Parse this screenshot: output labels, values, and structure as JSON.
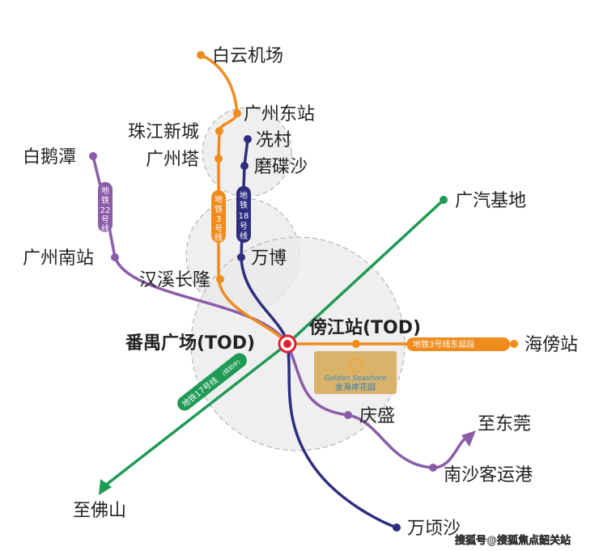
{
  "colors": {
    "line3": "#f08c1e",
    "line18": "#2e2e80",
    "line22": "#8b5ca8",
    "line17": "#1f9a55",
    "hub": "#e02030",
    "logo_bg": "#d9b36a"
  },
  "stations": {
    "baiyun": "白云机场",
    "guangzhou_east": "广州东站",
    "zhujiang": "珠江新城",
    "canton_tower": "广州塔",
    "xiancun": "冼村",
    "modiesha": "磨碟沙",
    "baipengtan": "白鹅潭",
    "guangzhou_south": "广州南站",
    "hanxi": "汉溪长隆",
    "wanbo": "万博",
    "guangqi": "广汽基地",
    "panyu": "番禺广场(TOD)",
    "bangjiang": "傍江站(TOD)",
    "haibang": "海傍站",
    "qingsheng": "庆盛",
    "dongguan": "至东莞",
    "nansha_port": "南沙客运港",
    "foshan": "至佛山",
    "wanqingsha": "万顷沙"
  },
  "lines": {
    "line22": [
      "地",
      "铁",
      "22",
      "号",
      "线"
    ],
    "line3": [
      "地",
      "铁",
      "3",
      "号",
      "线"
    ],
    "line18": [
      "地",
      "铁",
      "18",
      "号",
      "线"
    ],
    "line17": "地铁17号线",
    "line17_note": "(规划中)",
    "line3_east": "地铁3号线东延段"
  },
  "logo": {
    "en": "Golden Seashore",
    "cn": "金海岸花园"
  },
  "watermark": "搜狐号@搜狐焦点韶关站"
}
